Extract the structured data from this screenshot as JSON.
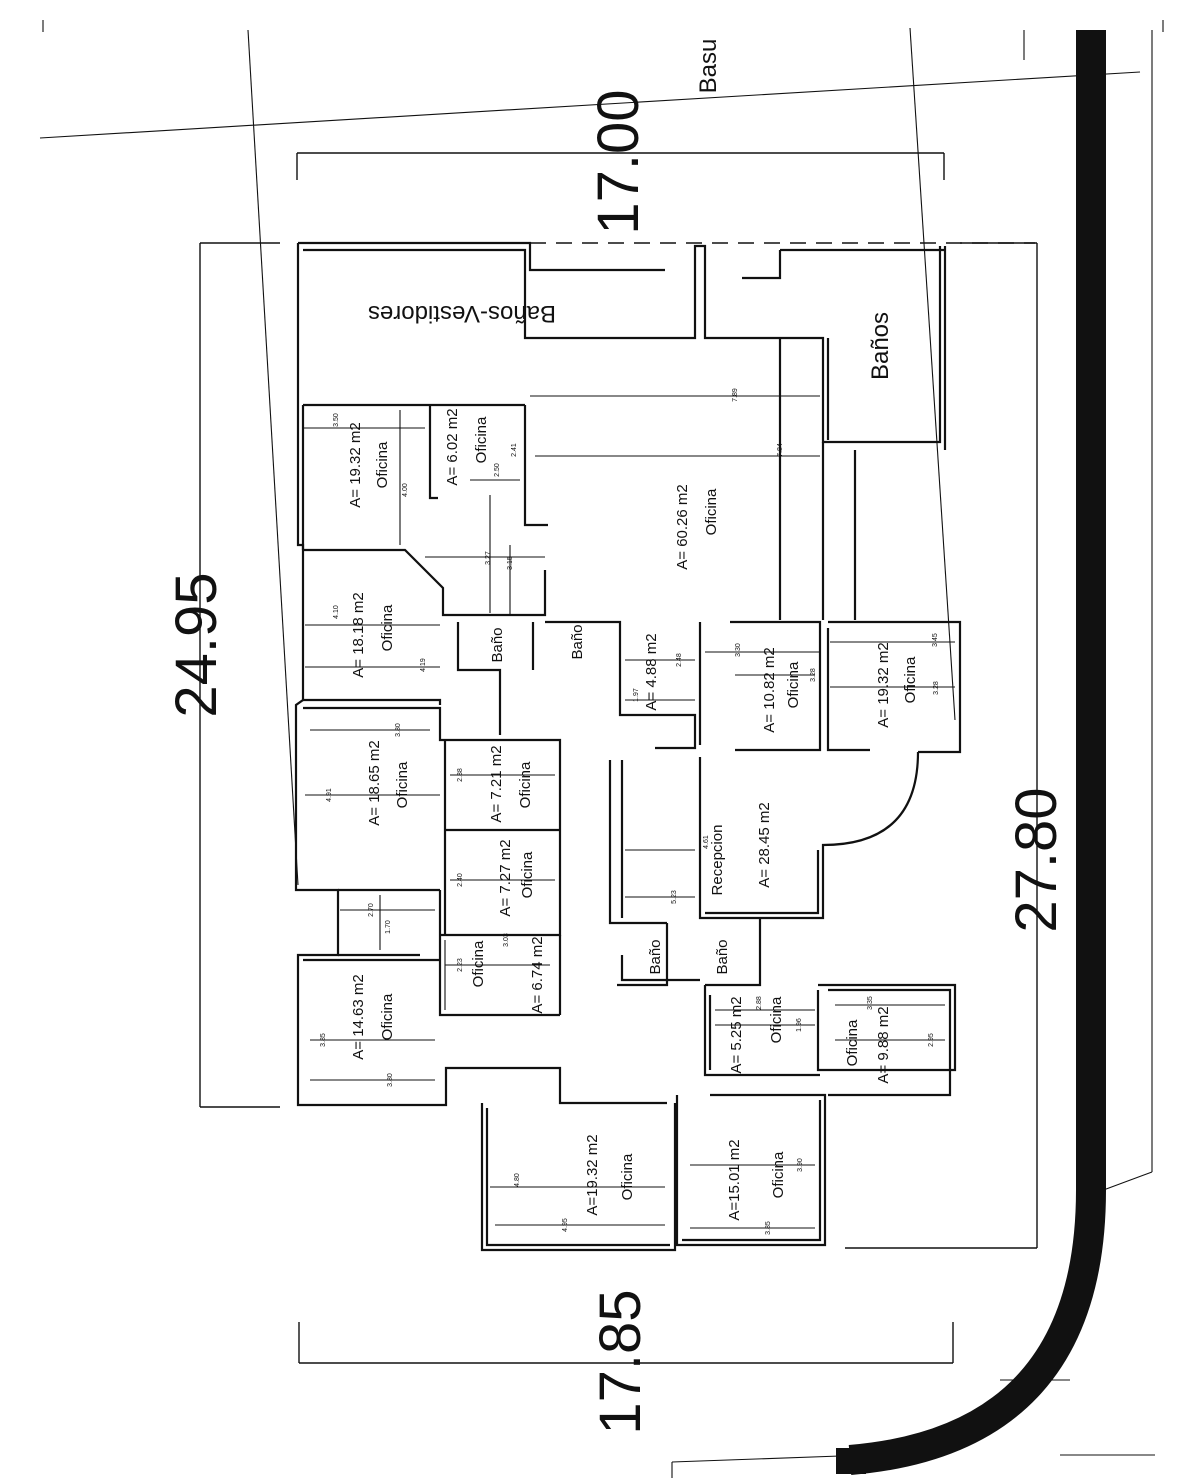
{
  "dimensions": {
    "top_width": "17.00",
    "left_depth": "24.95",
    "right_depth": "27.80",
    "bottom_width": "17.85"
  },
  "street_label": "Basu",
  "rooms": {
    "banos_vestidores": "Baños-Vestidores",
    "banos": "Baños",
    "r1_area": "A= 19.32 m2",
    "r1_name": "Oficina",
    "r2_area": "A= 6.02 m2",
    "r2_name": "Oficina",
    "r3_area": "A= 60.26 m2",
    "r3_name": "Oficina",
    "r4_area": "A= 18.18 m2",
    "r4_name": "Oficina",
    "bano_a": "Baño",
    "bano_b": "Baño",
    "r5_area": "A= 4.88 m2",
    "r6_area": "A= 10.82 m2",
    "r6_name": "Oficina",
    "r7_area": "A= 19.32 m2",
    "r7_name": "Oficina",
    "r8_area": "A= 18.65 m2",
    "r8_name": "Oficina",
    "r9_area": "A= 7.21 m2",
    "r9_name": "Oficina",
    "r10_area": "A= 7.27 m2",
    "r10_name": "Oficina",
    "recep_name": "Recepcion",
    "recep_area": "A= 28.45 m2",
    "r11_area": "A= 14.63 m2",
    "r11_name": "Oficina",
    "r12_name": "Oficina",
    "r12_area": "A= 6.74 m2",
    "bano_c": "Baño",
    "bano_d": "Baño",
    "r13_area": "A= 5.25 m2",
    "r13_name": "Oficina",
    "r14_name": "Oficina",
    "r14_area": "A= 9.88 m2",
    "r15_area": "A=19.32 m2",
    "r15_name": "Oficina",
    "r16_area": "A=15.01 m2",
    "r16_name": "Oficina"
  },
  "small_dims": [
    "3.50",
    "4.00",
    "2.50",
    "2.41",
    "3.27",
    "3.15",
    "4.10",
    "4.19",
    "7.89",
    "7.84",
    "3.30",
    "2.48",
    "1.97",
    "3.28",
    "3.45",
    "3.28",
    "3.80",
    "4.91",
    "2.38",
    "2.40",
    "2.70",
    "1.70",
    "4.61",
    "5.23",
    "3.85",
    "3.80",
    "2.23",
    "3.03",
    "2.88",
    "1.96",
    "3.35",
    "2.95",
    "4.80",
    "4.95",
    "3.90",
    "3.85"
  ]
}
